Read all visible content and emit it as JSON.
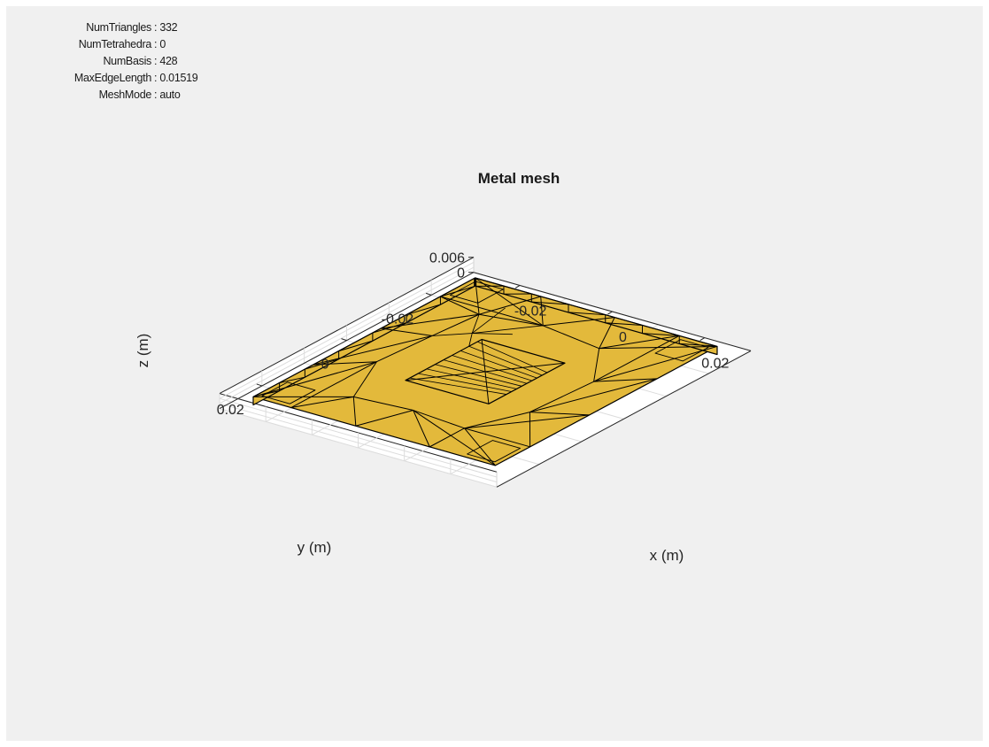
{
  "mesh_info": [
    {
      "label": "NumTriangles",
      "value": ": 332"
    },
    {
      "label": "NumTetrahedra",
      "value": ": 0"
    },
    {
      "label": "NumBasis",
      "value": ": 428"
    },
    {
      "label": "MaxEdgeLength",
      "value": ": 0.01519"
    },
    {
      "label": "MeshMode",
      "value": ": auto"
    }
  ],
  "chart_data": {
    "type": "3d-mesh",
    "title": "Metal mesh",
    "xlabel": "x (m)",
    "ylabel": "y (m)",
    "zlabel": "z (m)",
    "x_ticks": [
      "-0.02",
      "0",
      "0.02"
    ],
    "y_ticks": [
      "-0.02",
      "0",
      "0.02"
    ],
    "z_ticks": [
      "0",
      "0.006"
    ],
    "xlim": [
      -0.03,
      0.03
    ],
    "ylim": [
      -0.03,
      0.03
    ],
    "zlim": [
      0,
      0.006
    ],
    "grid": true,
    "colors": {
      "mesh_fill": "#e3b93b",
      "mesh_edge": "#000000",
      "figure_bg": "#f0f0f0",
      "axes_bg": "#ffffff",
      "grid": "#dcdcdc"
    }
  }
}
